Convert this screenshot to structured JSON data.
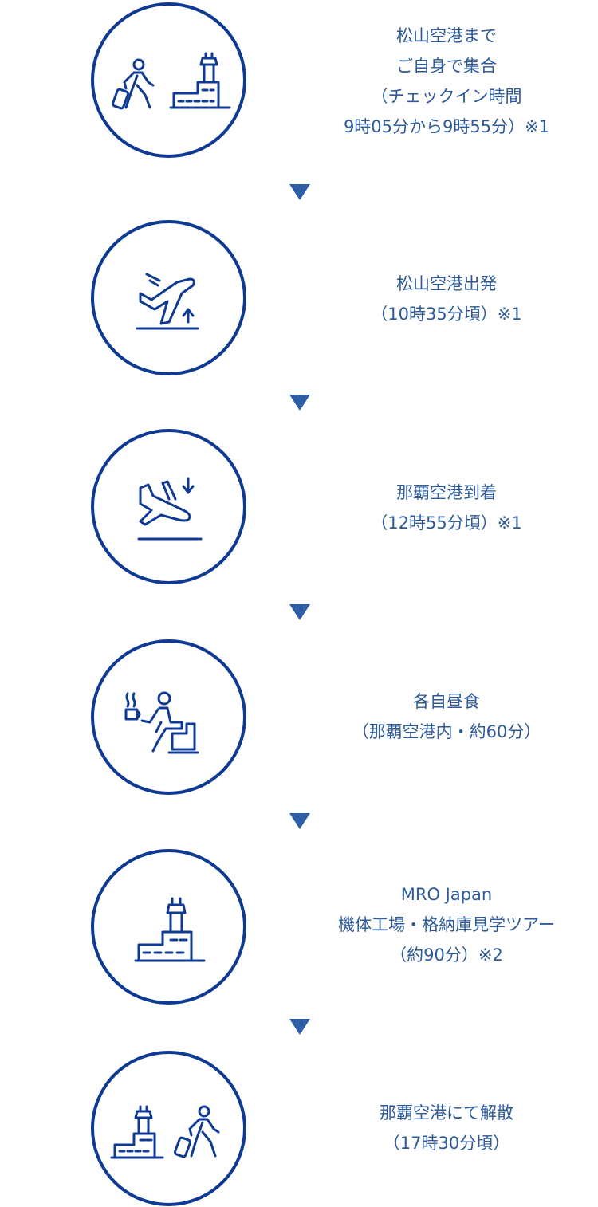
{
  "colors": {
    "circle_stroke": "#0f3a94",
    "text": "#2d5a9a",
    "arrow": "#2d5ea6",
    "background": "#ffffff"
  },
  "steps": [
    {
      "icon": "traveler-to-airport-icon",
      "lines": [
        "松山空港まで",
        "ご自身で集合",
        "（チェックイン時間",
        "9時05分から9時55分）※1"
      ]
    },
    {
      "icon": "airplane-takeoff-icon",
      "lines": [
        "松山空港出発",
        "（10時35分頃）※1"
      ]
    },
    {
      "icon": "airplane-landing-icon",
      "lines": [
        "那覇空港到着",
        "（12時55分頃）※1"
      ]
    },
    {
      "icon": "lunch-seated-person-icon",
      "lines": [
        "各自昼食",
        "（那覇空港内・約60分）"
      ]
    },
    {
      "icon": "airport-tower-icon",
      "lines": [
        "MRO Japan",
        "機体工場・格納庫見学ツアー",
        "（約90分）※2"
      ]
    },
    {
      "icon": "airport-traveler-depart-icon",
      "lines": [
        "那覇空港にて解散",
        "（17時30分頃）"
      ]
    }
  ],
  "connector_icon": "down-triangle-icon"
}
